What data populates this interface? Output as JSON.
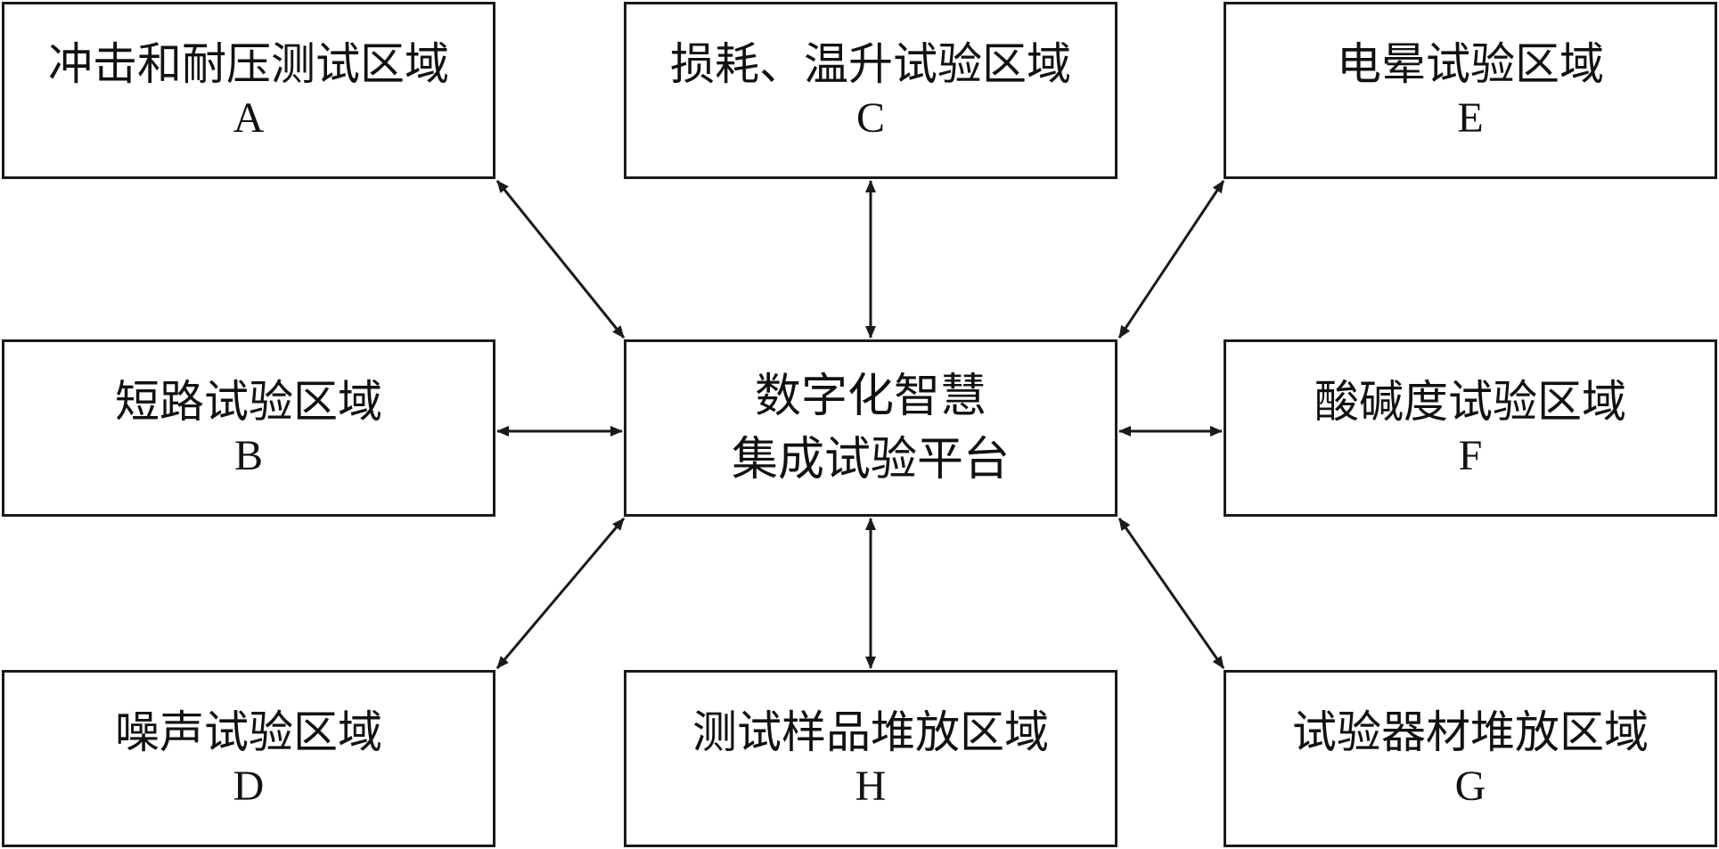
{
  "center": {
    "line1": "数字化智慧",
    "line2": "集成试验平台"
  },
  "areas": {
    "a": {
      "name": "冲击和耐压测试区域",
      "code": "A"
    },
    "b": {
      "name": "短路试验区域",
      "code": "B"
    },
    "c": {
      "name": "损耗、温升试验区域",
      "code": "C"
    },
    "d": {
      "name": "噪声试验区域",
      "code": "D"
    },
    "e": {
      "name": "电晕试验区域",
      "code": "E"
    },
    "f": {
      "name": "酸碱度试验区域",
      "code": "F"
    },
    "g": {
      "name": "试验器材堆放区域",
      "code": "G"
    },
    "h": {
      "name": "测试样品堆放区域",
      "code": "H"
    }
  },
  "colors": {
    "stroke": "#1a1a1a",
    "background": "#ffffff"
  }
}
